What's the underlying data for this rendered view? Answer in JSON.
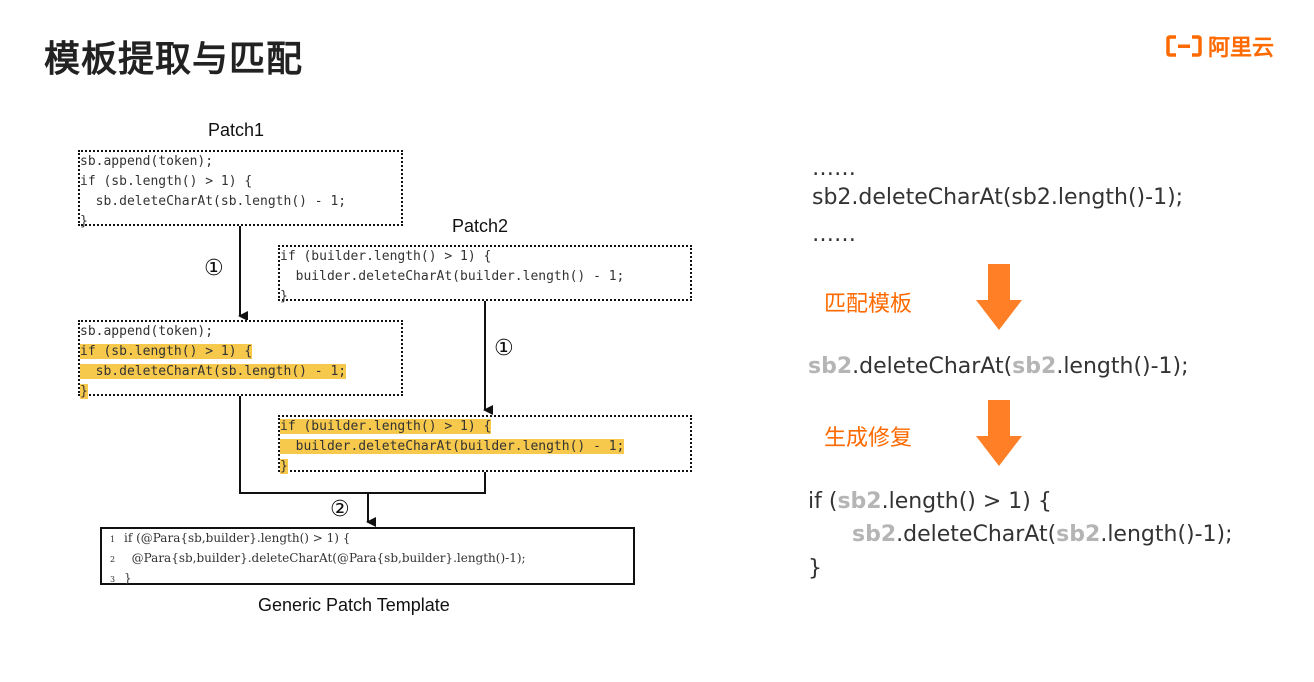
{
  "header": {
    "title": "模板提取与匹配",
    "logo_text": "阿里云"
  },
  "diagram": {
    "patch1_label": "Patch1",
    "patch2_label": "Patch2",
    "step1": "①",
    "step2": "②",
    "template_label": "Generic Patch Template",
    "patch1_code": [
      "sb.append(token);",
      "if (sb.length() > 1) {",
      "  sb.deleteCharAt(sb.length() - 1;",
      "}"
    ],
    "patch2_code": [
      "if (builder.length() > 1) {",
      "  builder.deleteCharAt(builder.length() - 1;",
      "}"
    ],
    "template_code": [
      "if (@Para{sb,builder}.length() > 1) {",
      "  @Para{sb,builder}.deleteCharAt(@Para{sb,builder}.length()-1);",
      "}"
    ]
  },
  "right": {
    "dots1": "……",
    "line1": "sb2.deleteCharAt(sb2.length()-1);",
    "dots2": "……",
    "match_label": "匹配模板",
    "matched_var": "sb2",
    "matched_rest1": ".deleteCharAt(",
    "matched_rest2": ".length()-1);",
    "generate_label": "生成修复",
    "fix_if_pre": "if (",
    "fix_if_post": ".length() > 1) {",
    "fix_body_mid": ".deleteCharAt(",
    "fix_body_post": ".length()-1);",
    "fix_close": "}"
  }
}
